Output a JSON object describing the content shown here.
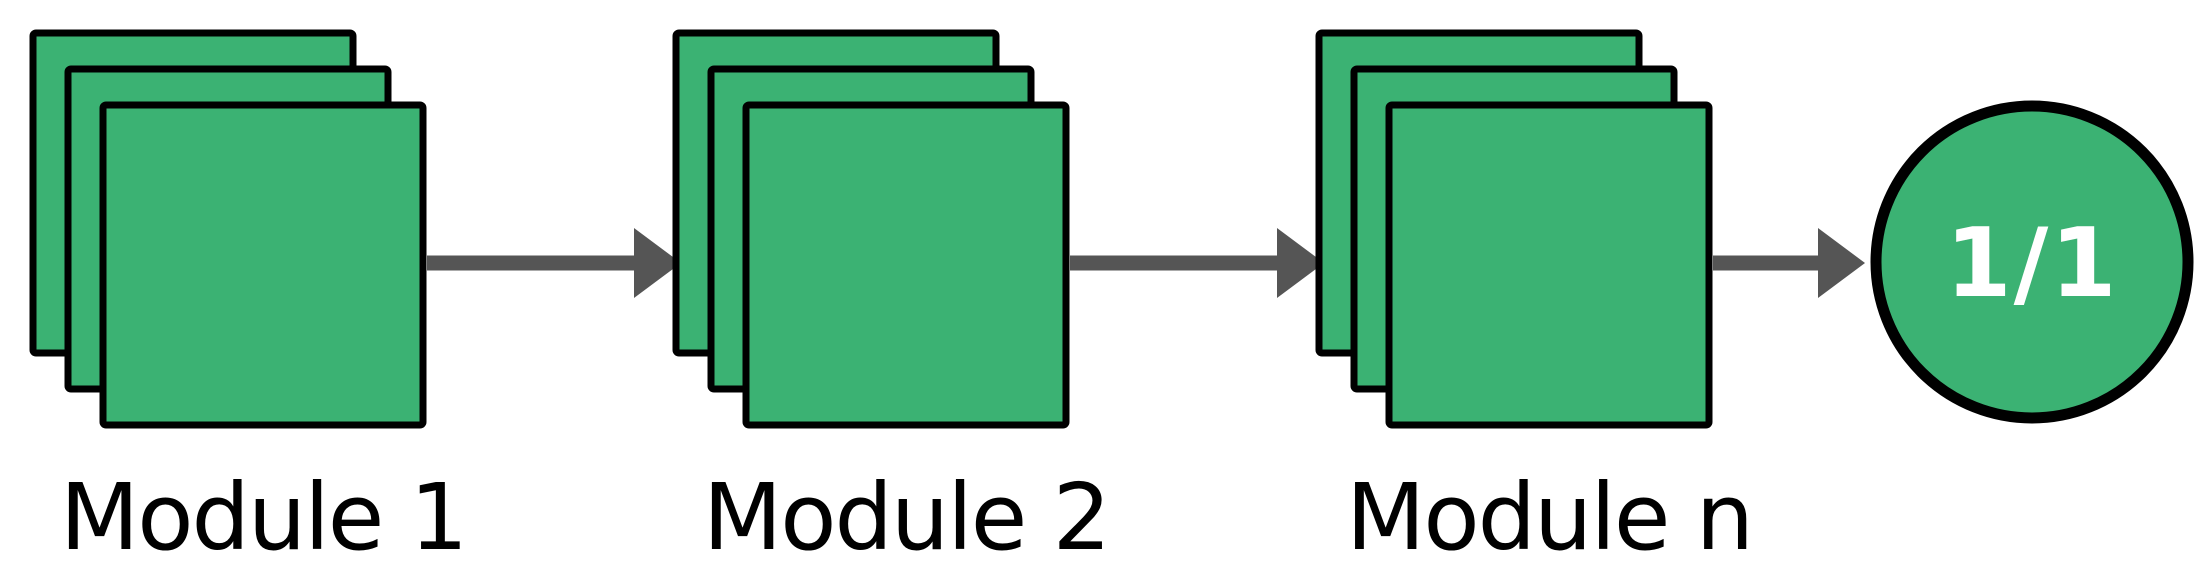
{
  "colors": {
    "node_fill": "#3bb273",
    "node_border": "#000000",
    "arrow": "#555555",
    "label_text": "#000000",
    "terminal_text": "#ffffff",
    "background": "#ffffff"
  },
  "modules": [
    {
      "label": "Module 1",
      "stack_count": 3
    },
    {
      "label": "Module 2",
      "stack_count": 3
    },
    {
      "label": "Module n",
      "stack_count": 3
    }
  ],
  "terminal": {
    "label": "1/1"
  }
}
